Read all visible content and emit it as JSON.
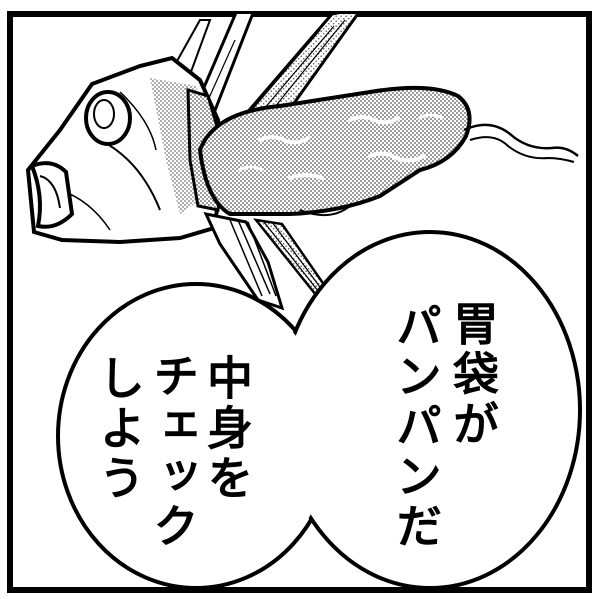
{
  "balloon_right": {
    "line_1": "胃袋が",
    "line_2": "パンパンだ"
  },
  "balloon_left": {
    "line_1": "中身を",
    "line_2": "チェック",
    "line_3": "しよう"
  },
  "colors": {
    "ink": "#000000",
    "paper": "#ffffff",
    "screentone": "#bdbdbd"
  }
}
